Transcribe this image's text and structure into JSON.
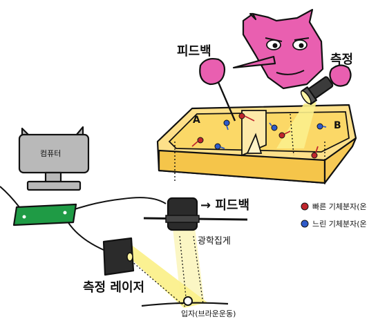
{
  "labels": {
    "feedback_top": "피드백",
    "measure_top": "측정",
    "box_a": "A",
    "box_b": "B",
    "computer": "컴퓨터",
    "feedback_arrow": "→ 피드백",
    "light_collection": "광학집게",
    "measure_laser": "측정 레이저",
    "particle": "입자(브라운운동)"
  },
  "legend": {
    "fast": "빠른 기체분자(온",
    "slow": "느린 기체분자(온"
  },
  "colors": {
    "demon": "#e95fb0",
    "box": "#fde08a",
    "box_wall": "#f5c54a",
    "fast": "#c0262d",
    "slow": "#2f5bc9",
    "circuit": "#1f9b45",
    "beam": "#fbf08c",
    "computer": "#b9b9b9"
  }
}
